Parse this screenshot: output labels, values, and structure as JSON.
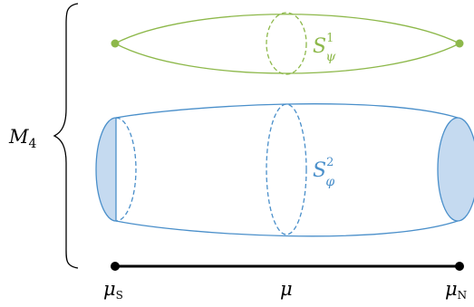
{
  "labels": {
    "manifold_symbol": "M",
    "manifold_subscript": "4",
    "circle_psi_symbol": "S",
    "circle_psi_superscript": "1",
    "circle_psi_subscript": "ψ",
    "sphere_phi_symbol": "S",
    "sphere_phi_superscript": "2",
    "sphere_phi_subscript": "φ",
    "mu_symbol": "μ",
    "mu_south_subscript": "S",
    "mu_north_subscript": "N"
  },
  "colors": {
    "green": "#8db84a",
    "blue": "#4a8fca",
    "blue_fill": "#c5daf0",
    "black": "#000000"
  }
}
